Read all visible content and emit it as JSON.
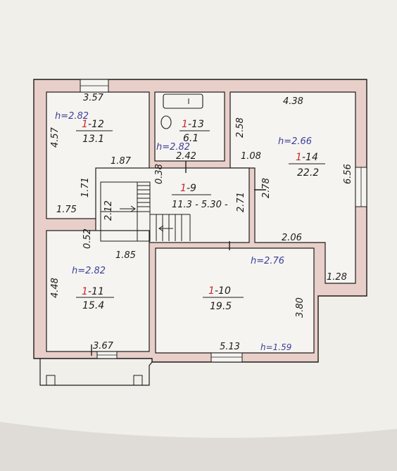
{
  "colors": {
    "paper": "#f1efea",
    "wall": "#e9cfc9",
    "ink": "#1c1c1c",
    "red_ink": "#c8262b",
    "blue_ink": "#3a3f9c"
  },
  "rooms": {
    "r12": {
      "prefix": "1",
      "number": "-12",
      "area": "13.1",
      "height": "h=2.82",
      "dim_top": "3.57",
      "dim_left": "4.57",
      "dim_right": "1.87",
      "dim_bottom": "1.75",
      "dim_side": "1.71"
    },
    "r13": {
      "prefix": "1",
      "number": "-13",
      "area": "6.1",
      "height": "h=2.82",
      "dim_bottom": "2.42"
    },
    "r14": {
      "prefix": "1",
      "number": "-14",
      "area": "22.2",
      "height": "h=2.66",
      "dim_top": "4.38",
      "dim_left": "2.58",
      "dim_inner": "1.08",
      "dim_right": "6.56",
      "dim_bottom": "2.06",
      "dim_bottom_right": "1.28"
    },
    "r9": {
      "prefix": "1",
      "number": "-9",
      "area": "11.3 - 5.30 -",
      "dim_stair": "2.12",
      "dim_right_a": "2.71",
      "dim_right_b": "2.78",
      "dim_top_left": "0.38"
    },
    "r11": {
      "prefix": "1",
      "number": "-11",
      "area": "15.4",
      "height": "h=2.82",
      "dim_left": "4.48",
      "dim_bottom": "3.67",
      "dim_top": "1.85",
      "dim_side": "0.52"
    },
    "r10": {
      "prefix": "1",
      "number": "-10",
      "area": "19.5",
      "height": "h=2.76",
      "dim_right": "3.80",
      "dim_bottom": "5.13",
      "sill": "h=1.59"
    }
  }
}
